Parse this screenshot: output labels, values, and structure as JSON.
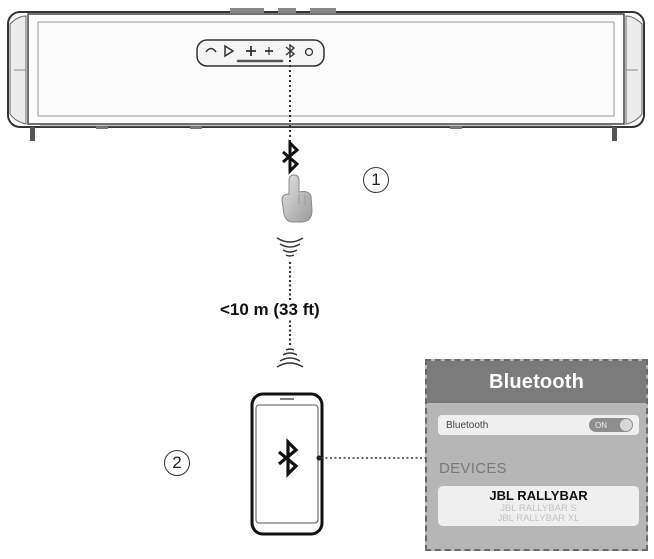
{
  "diagram": {
    "steps": [
      "1",
      "2"
    ],
    "distance_label": "<10 m (33 ft)",
    "icons": {
      "soundbar": "soundbar-icon",
      "bluetooth_button": "bluetooth-icon",
      "press_hand": "pointing-hand-icon",
      "signal_waves": "signal-waves-icon",
      "phone": "smartphone-icon"
    }
  },
  "bluetooth_screen": {
    "title": "Bluetooth",
    "toggle_label": "Bluetooth",
    "toggle_state": "ON",
    "devices_heading": "DEVICES",
    "devices": [
      "JBL RALLYBAR",
      "JBL RALLYBAR S",
      "JBL RALLYBAR XL"
    ]
  },
  "colors": {
    "panel_bg": "#b6b6b6",
    "panel_title_bar": "#7b7b7b",
    "panel_border": "#6a6a6a"
  }
}
